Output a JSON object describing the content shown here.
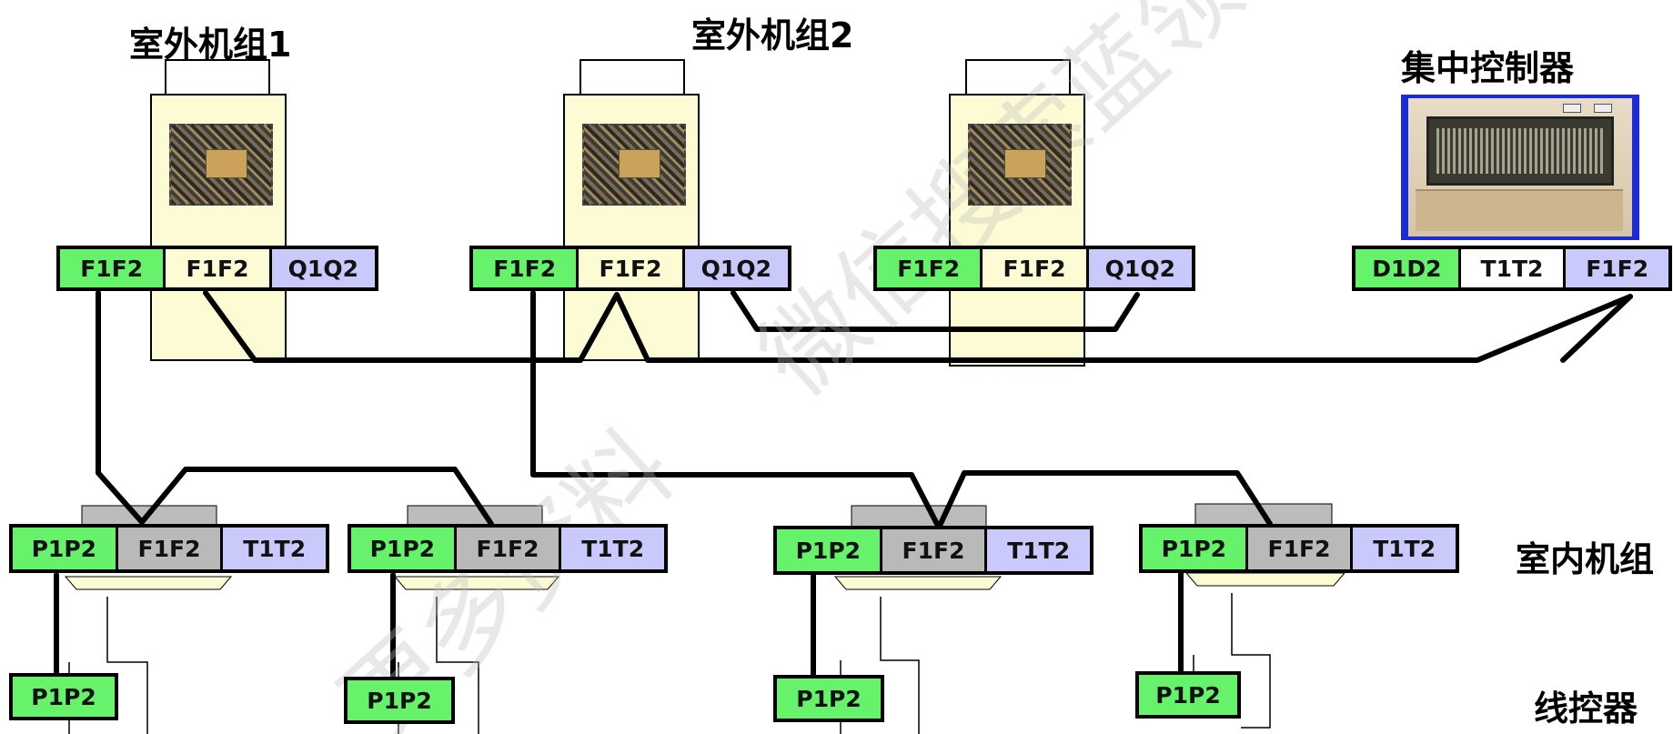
{
  "labels": {
    "outdoor_unit_1": "室外机组1",
    "outdoor_unit_2": "室外机组2",
    "central_controller": "集中控制器",
    "indoor_units": "室内机组",
    "wired_controllers": "线控器"
  },
  "outdoor_units": [
    {
      "terminals": [
        "F1F2",
        "F1F2",
        "Q1Q2"
      ]
    },
    {
      "terminals": [
        "F1F2",
        "F1F2",
        "Q1Q2"
      ]
    },
    {
      "terminals": [
        "F1F2",
        "F1F2",
        "Q1Q2"
      ]
    }
  ],
  "central_controller_block": {
    "terminals": [
      "D1D2",
      "T1T2",
      "F1F2"
    ]
  },
  "indoor_units": [
    {
      "terminals": [
        "P1P2",
        "F1F2",
        "T1T2"
      ]
    },
    {
      "terminals": [
        "P1P2",
        "F1F2",
        "T1T2"
      ]
    },
    {
      "terminals": [
        "P1P2",
        "F1F2",
        "T1T2"
      ]
    },
    {
      "terminals": [
        "P1P2",
        "F1F2",
        "T1T2"
      ]
    }
  ],
  "remote_controllers": [
    {
      "terminal": "P1P2"
    },
    {
      "terminal": "P1P2"
    },
    {
      "terminal": "P1P2"
    },
    {
      "terminal": "P1P2"
    }
  ],
  "watermark": "微信搜索蓝领 更多资料",
  "colors": {
    "outdoor_fill": "#fdfbd4",
    "green_terminal": "#66f26a",
    "purple_terminal": "#c9c9fb",
    "gray_terminal": "#b9b9b9",
    "controller_frame": "#1c2bd6"
  }
}
